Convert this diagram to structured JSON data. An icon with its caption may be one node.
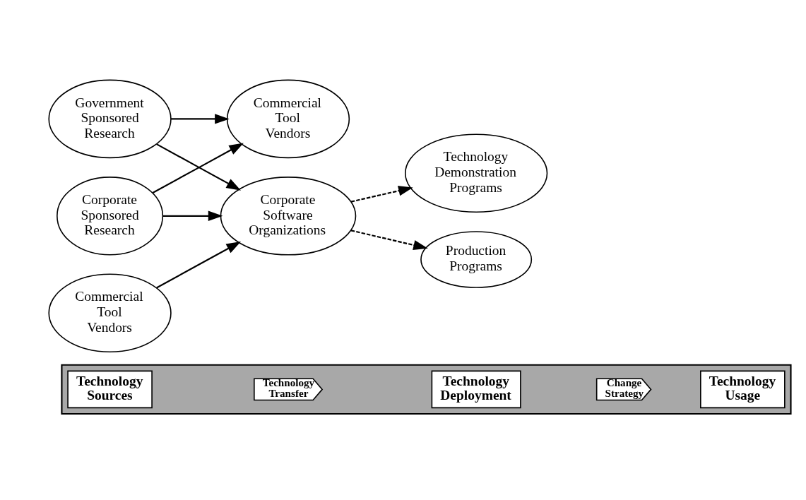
{
  "diagram": {
    "nodes": [
      {
        "text": [],
        "shape": "band"
      },
      {
        "text": [
          "Technology Sources"
        ],
        "in": 0
      },
      {
        "text": [
          "Technology Transfer"
        ],
        "in": 0
      },
      {
        "text": [
          "Technology Deployment"
        ],
        "in": 0
      },
      {
        "text": [
          "Change Strategy"
        ],
        "in": 0
      },
      {
        "text": [
          "Technology Usage"
        ],
        "in": 0
      },
      {
        "text": [
          "Government Sponsored Research"
        ]
      },
      {
        "text": [
          "Corporate Sponsored Research"
        ]
      },
      {
        "text": [
          "Commercial Tool Vendors"
        ]
      },
      {
        "text": [
          "Commercial Tool Vendors"
        ]
      },
      {
        "text": [
          "Corporate Software Organizations"
        ]
      },
      {
        "text": [
          "Technology Demonstration Programs"
        ]
      },
      {
        "text": [
          "Production Programs"
        ]
      }
    ],
    "edges": [
      {
        "from": 6,
        "to": 9,
        "arrow": "to"
      },
      {
        "from": 6,
        "to": 10,
        "arrow": "to"
      },
      {
        "from": 7,
        "to": 9,
        "arrow": "to"
      },
      {
        "from": 7,
        "to": 10,
        "arrow": "to"
      },
      {
        "from": 8,
        "to": 10,
        "arrow": "to"
      },
      {
        "from": 10,
        "to": 11,
        "arrow": "to",
        "style": "dashed"
      },
      {
        "from": 10,
        "to": 12,
        "arrow": "to",
        "style": "dashed"
      }
    ]
  }
}
